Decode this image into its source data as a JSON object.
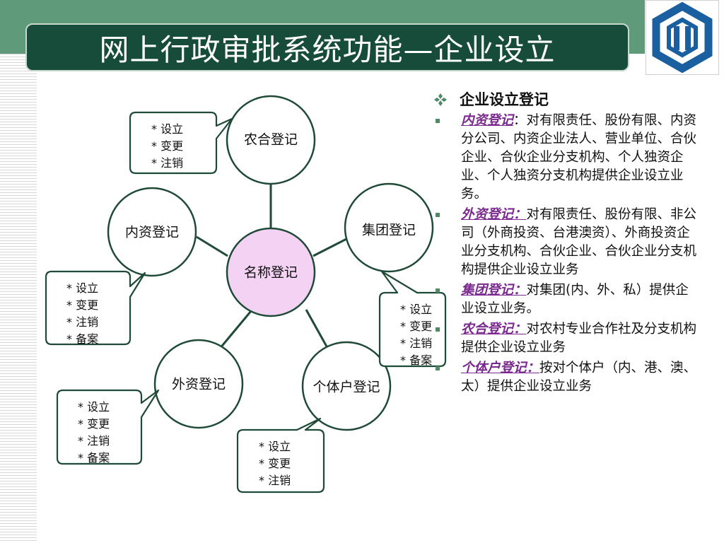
{
  "slide": {
    "title": "网上行政审批系统功能—企业设立"
  },
  "colors": {
    "title_bg": "#174c3b",
    "band": "#5f9a7a",
    "center_fill": "#f3d2f3",
    "node_stroke": "#1f4a38",
    "term": "#7a2a8f",
    "bullet": "#4e8a66",
    "logo_blue": "#1a5f9f"
  },
  "logo": {
    "icon": "company-logo-icon"
  },
  "diagram": {
    "center": {
      "label": "名称登记"
    },
    "nodes": {
      "nonghe": "农合登记",
      "jituan": "集团登记",
      "neizi": "内资登记",
      "waizi": "外资登记",
      "getihu": "个体户登记"
    },
    "callouts": {
      "nonghe": [
        "* 设立",
        "* 变更",
        "* 注销"
      ],
      "jituan": [
        "* 设立",
        "* 变更",
        "* 注销",
        "* 备案"
      ],
      "neizi": [
        "* 设立",
        "* 变更",
        "* 注销",
        "* 备案"
      ],
      "waizi": [
        "* 设立",
        "* 变更",
        "* 注销",
        "* 备案"
      ],
      "getihu": [
        "* 设立",
        "* 变更",
        "* 注销"
      ]
    }
  },
  "panel": {
    "heading_icon": "diamond-bullet-icon",
    "heading": "企业设立登记",
    "items": [
      {
        "term": "内资登记",
        "sep": "：",
        "text": "对有限责任、股份有限、内资分公司、内资企业法人、营业单位、合伙企业、合伙企业分支机构、个人独资企业、个人独资分支机构提供企业设立业务。"
      },
      {
        "term": "外资登记：",
        "sep": "",
        "text": "对有限责任、股份有限、非公司（外商投资、台港澳资）、外商投资企业分支机构、合伙企业、合伙企业分支机构提供企业设立业务"
      },
      {
        "term": "集团登记：",
        "sep": "",
        "text": "对集团(内、外、私）提供企业设立业务。"
      },
      {
        "term": "农合登记：",
        "sep": "",
        "text": "对农村专业合作社及分支机构提供企业设立业务"
      },
      {
        "term": "个体户登记：",
        "sep": "",
        "text": "按对个体户（内、港、澳、太）提供企业设立业务"
      }
    ]
  }
}
